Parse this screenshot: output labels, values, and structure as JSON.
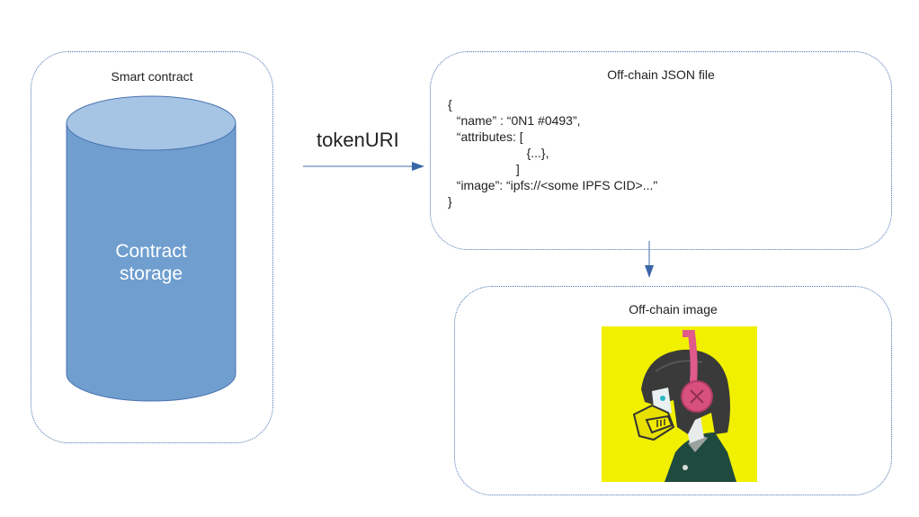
{
  "smart_contract": {
    "title": "Smart contract",
    "cylinder_label_line1": "Contract",
    "cylinder_label_line2": "storage"
  },
  "arrow": {
    "label": "tokenURI"
  },
  "json_file": {
    "title": "Off-chain JSON file",
    "lines": [
      "{",
      "  “name” : “0N1 #0493”,",
      "  “attributes: [",
      "                      {...},",
      "                   ]",
      "  “image”: “ipfs://<some IPFS CID>...\"",
      "}"
    ]
  },
  "image_box": {
    "title": "Off-chain image",
    "image_description_icon": "anime-girl-gas-mask-headphones-icon"
  },
  "colors": {
    "cylinder_body": "#6f9ecf",
    "cylinder_top": "#a6c4e4",
    "cylinder_stroke": "#4a72b0",
    "arrow": "#3a66a8",
    "image_bg": "#f0f000",
    "box_border": "#4a72b0"
  }
}
